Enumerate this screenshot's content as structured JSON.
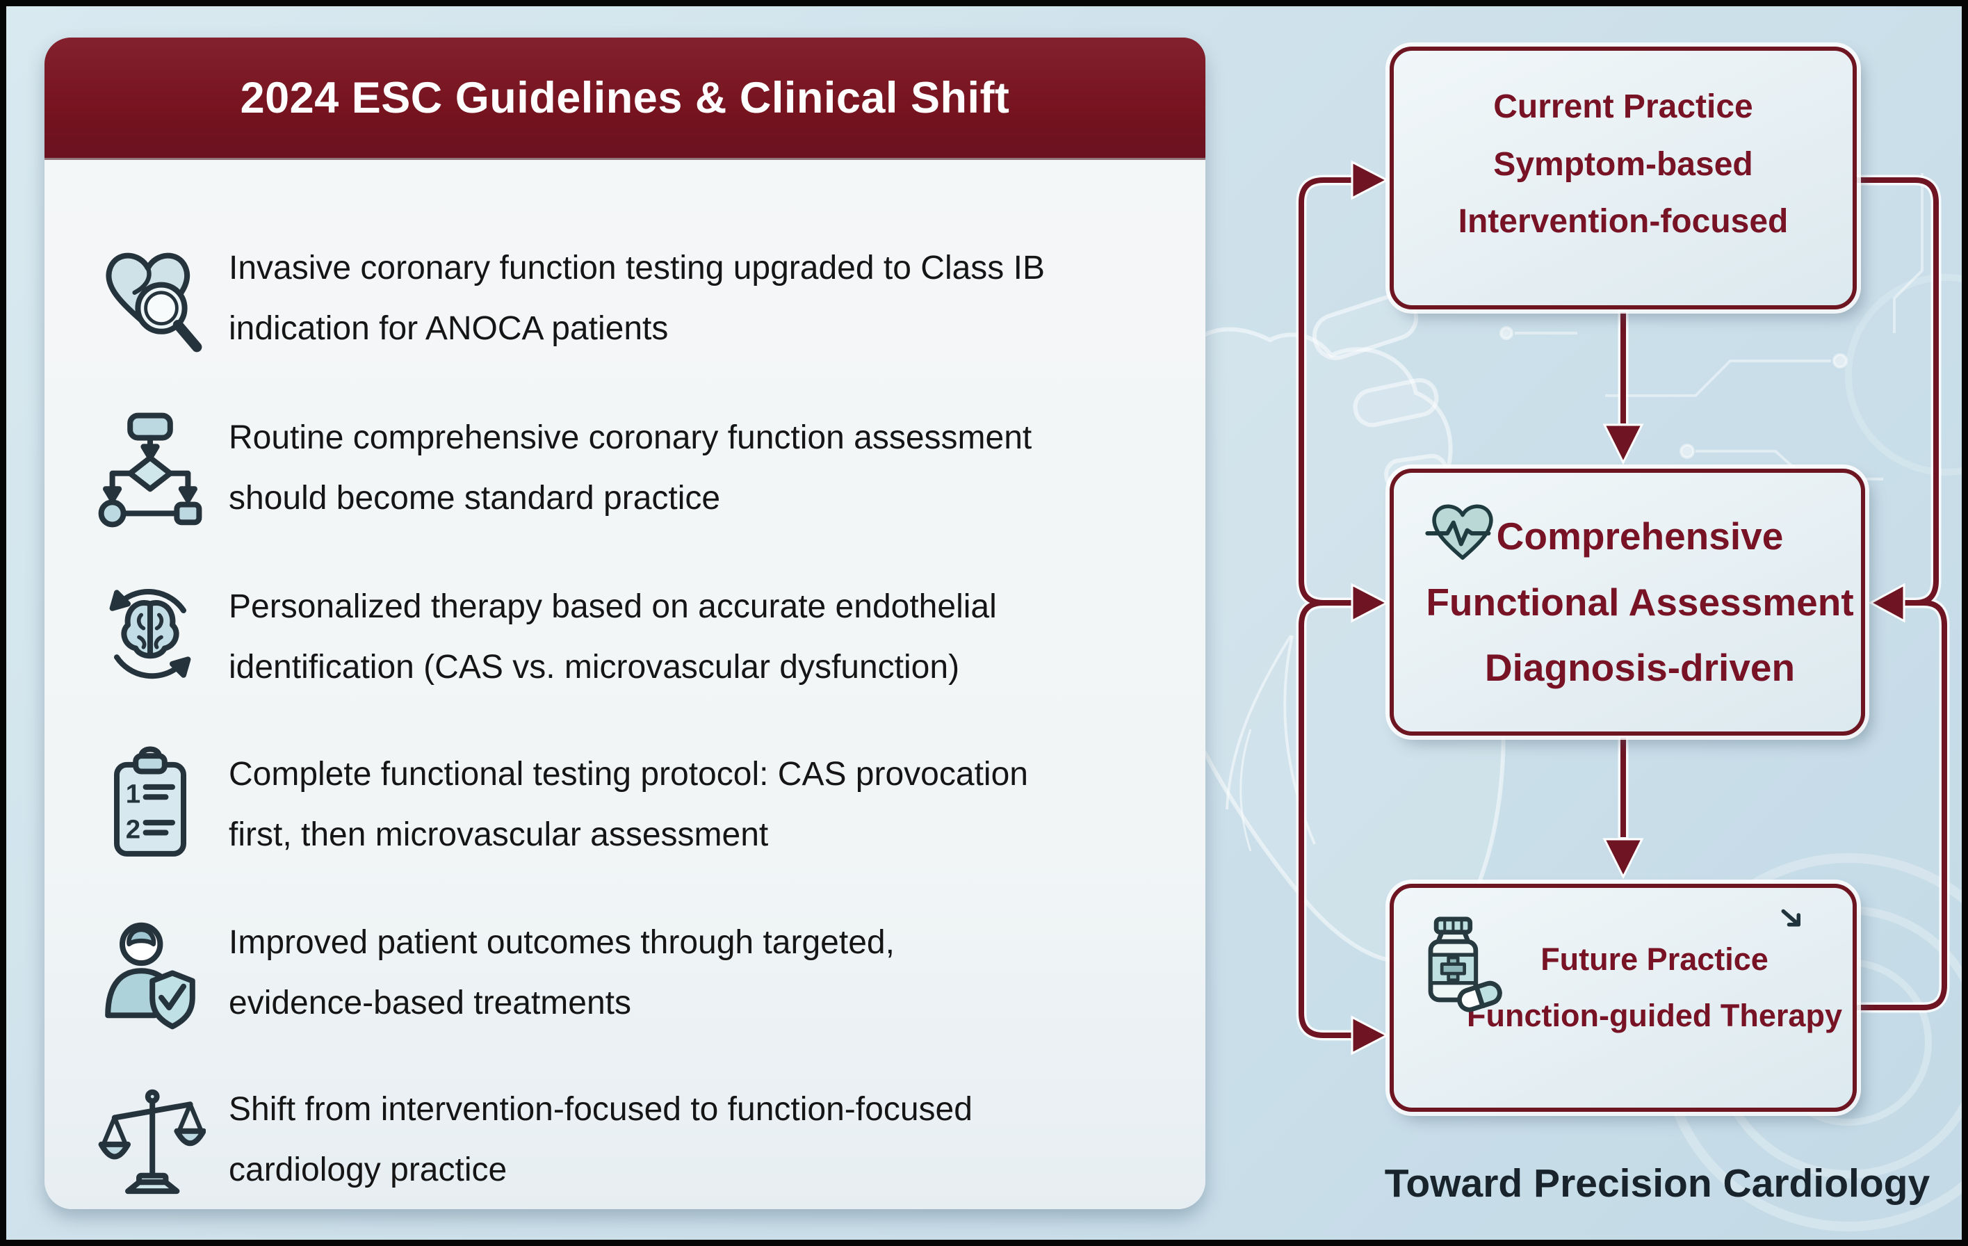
{
  "colors": {
    "accent_maroon": "#6e1422",
    "header_maroon": "#76131f",
    "box_text_maroon": "#771325",
    "background_blue": "#cfe2eb",
    "panel_white": "#f3f6f7",
    "bullet_text": "#151515",
    "footer_text": "#19232b",
    "icon_teal": "#bcd9e2"
  },
  "panel": {
    "title": "2024 ESC Guidelines & Clinical Shift",
    "bullets": [
      {
        "icon": "heart-magnifier-icon",
        "text": "Invasive coronary function testing upgraded to Class IB\nindication for ANOCA patients"
      },
      {
        "icon": "flowchart-icon",
        "text": "Routine comprehensive coronary function assessment\nshould become standard practice"
      },
      {
        "icon": "brain-refresh-icon",
        "text": "Personalized therapy based on accurate endothelial\nidentification (CAS vs. microvascular dysfunction)"
      },
      {
        "icon": "checklist-icon",
        "text": "Complete functional testing protocol: CAS provocation\nfirst, then microvascular assessment"
      },
      {
        "icon": "patient-shield-icon",
        "text": "Improved patient outcomes through targeted,\nevidence-based treatments"
      },
      {
        "icon": "balance-scale-icon",
        "text": "Shift from intervention-focused to function-focused\ncardiology practice"
      }
    ]
  },
  "flowchart": {
    "boxes": [
      {
        "id": "current-practice",
        "icon": "",
        "label": "Current Practice\nSymptom-based\nIntervention-focused"
      },
      {
        "id": "comprehensive-assessment",
        "icon": "heart-pulse-icon",
        "label": "Comprehensive\nFunctional Assessment\nDiagnosis-driven"
      },
      {
        "id": "future-practice",
        "icon": "medication-icon",
        "label": "Future Practice\nFunction-guided Therapy"
      }
    ],
    "footer": "Toward Precision Cardiology"
  }
}
